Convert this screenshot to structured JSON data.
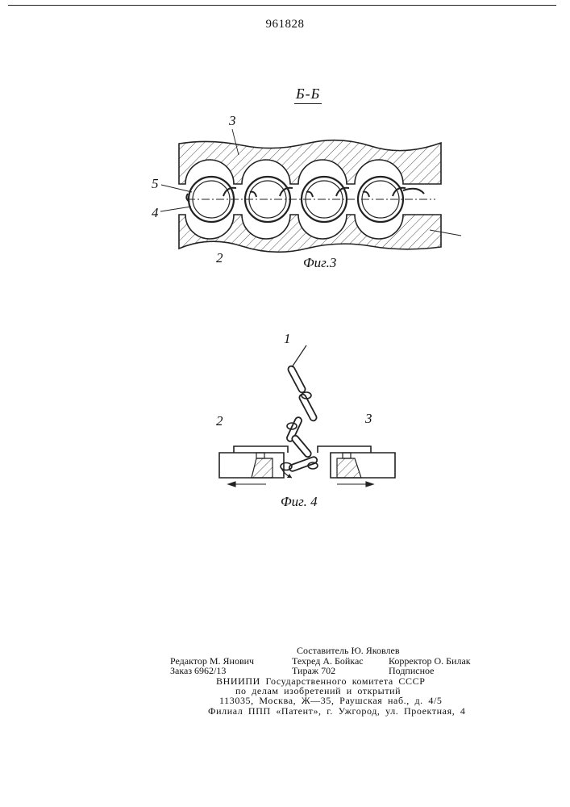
{
  "header": {
    "patent_number": "961828"
  },
  "figure3": {
    "section_label": "Б-Б",
    "caption": "Фиг.3",
    "labels": {
      "top_plate": "3",
      "bottom_plate": "2",
      "link_5": "5",
      "link_4": "4"
    }
  },
  "figure4": {
    "caption": "Фиг. 4",
    "labels": {
      "chain": "1",
      "left_plate": "2",
      "right_plate": "3"
    }
  },
  "footer": {
    "compiler": "Составитель Ю. Яковлев",
    "editor": "Редактор М. Янович",
    "techred": "Техред А. Бойкас",
    "corrector": "Корректор О. Билак",
    "order": "Заказ 6962/13",
    "circulation": "Тираж 702",
    "subscription": "Подписное",
    "org_line1": "ВНИИПИ Государственного комитета СССР",
    "org_line2": "по делам изобретений и открытий",
    "org_line3": "113035, Москва, Ж—35, Раушская наб., д. 4/5",
    "branch_line": "Филиал ППП «Патент», г. Ужгород, ул. Проектная, 4"
  }
}
